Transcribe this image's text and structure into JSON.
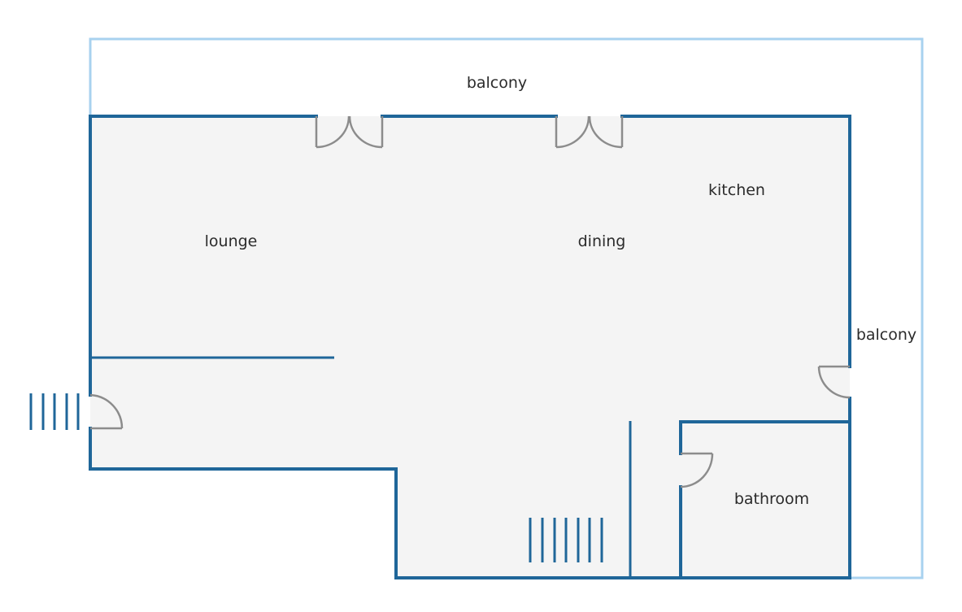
{
  "floorplan": {
    "rooms": {
      "balcony_top": "balcony",
      "balcony_right": "balcony",
      "lounge": "lounge",
      "dining": "dining",
      "kitchen": "kitchen",
      "bathroom": "bathroom"
    },
    "colors": {
      "wall": "#1f6699",
      "balcony_outline": "#a8d2ef",
      "floor": "#f4f4f4",
      "door": "#8c8c8c",
      "text": "#2b2b2b"
    },
    "icons": [
      "double-door-icon",
      "single-door-icon",
      "stairs-icon"
    ]
  }
}
